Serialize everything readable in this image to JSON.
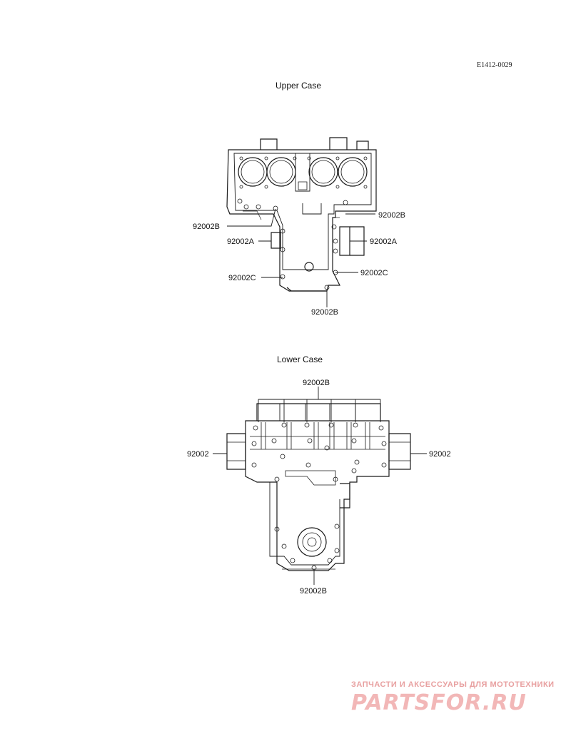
{
  "drawing_code": "E1412-0029",
  "upper": {
    "title": "Upper Case",
    "labels": {
      "left_b": "92002B",
      "left_a": "92002A",
      "left_c": "92002C",
      "right_b": "92002B",
      "right_a": "92002A",
      "right_c": "92002C",
      "bottom_b": "92002B"
    }
  },
  "lower": {
    "title": "Lower Case",
    "labels": {
      "top_b": "92002B",
      "left": "92002",
      "right": "92002",
      "bottom_b": "92002B"
    }
  },
  "watermark": {
    "tagline": "ЗАПЧАСТИ И АКСЕССУАРЫ ДЛЯ МОТОТЕХНИКИ",
    "logo": "PARTSFOR.RU"
  },
  "colors": {
    "line": "#1a1a1a",
    "watermark": "#f2b7b7"
  }
}
